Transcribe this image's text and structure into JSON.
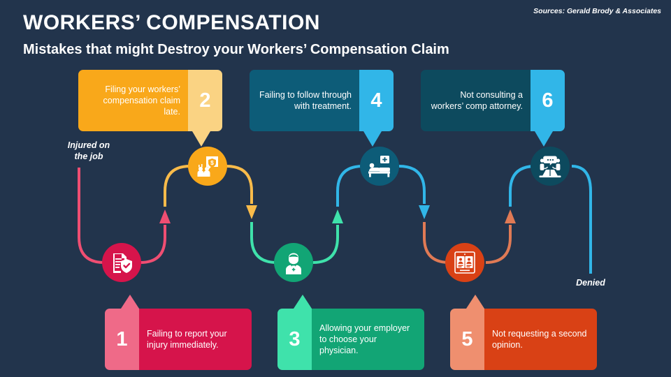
{
  "header": {
    "title": "WORKERS’ COMPENSATION",
    "subtitle": "Mistakes that might Destroy your Workers’ Compensation Claim",
    "sources": "Sources: Gerald Brody & Associates"
  },
  "flow": {
    "start_label": "Injured on\nthe job",
    "end_label": "Denied"
  },
  "colors": {
    "background": "#22344c",
    "crimson": "#d6144b",
    "crimson_light": "#ef6a88",
    "amber": "#f9a81a",
    "amber_light": "#fad383",
    "green": "#12a575",
    "green_light": "#3fe2ab",
    "teal_dark": "#0d5c78",
    "sky": "#31b6e8",
    "orange": "#d94115",
    "orange_light": "#ef8f6f",
    "teal_deep": "#0d4a5e"
  },
  "steps": [
    {
      "number": "1",
      "text": "Failing to report your injury immediately.",
      "position": "bottom",
      "body_color": "#d6144b",
      "panel_color": "#ef6a88",
      "node_color": "#d6144b",
      "icon": "document-shield-check-icon"
    },
    {
      "number": "2",
      "text": "Filing your workers’ compensation claim late.",
      "position": "top",
      "body_color": "#f9a81a",
      "panel_color": "#fad383",
      "node_color": "#f9a81a",
      "icon": "people-claim-shield-icon"
    },
    {
      "number": "3",
      "text": "Allowing your employer to choose your physician.",
      "position": "bottom",
      "body_color": "#12a575",
      "panel_color": "#3fe2ab",
      "node_color": "#12a575",
      "icon": "doctor-medical-bag-icon"
    },
    {
      "number": "4",
      "text": "Failing to follow through with treatment.",
      "position": "top",
      "body_color": "#0d5c78",
      "panel_color": "#31b6e8",
      "node_color": "#0d5c78",
      "icon": "hospital-bed-patient-icon"
    },
    {
      "number": "5",
      "text": "Not requesting a second opinion.",
      "position": "bottom",
      "body_color": "#d94115",
      "panel_color": "#ef8f6f",
      "node_color": "#d94115",
      "icon": "second-opinion-records-icon"
    },
    {
      "number": "6",
      "text": "Not consulting a workers’ comp attorney.",
      "position": "top",
      "body_color": "#0d4a5e",
      "panel_color": "#31b6e8",
      "node_color": "#0d4a5e",
      "icon": "attorney-consultation-icon"
    }
  ]
}
